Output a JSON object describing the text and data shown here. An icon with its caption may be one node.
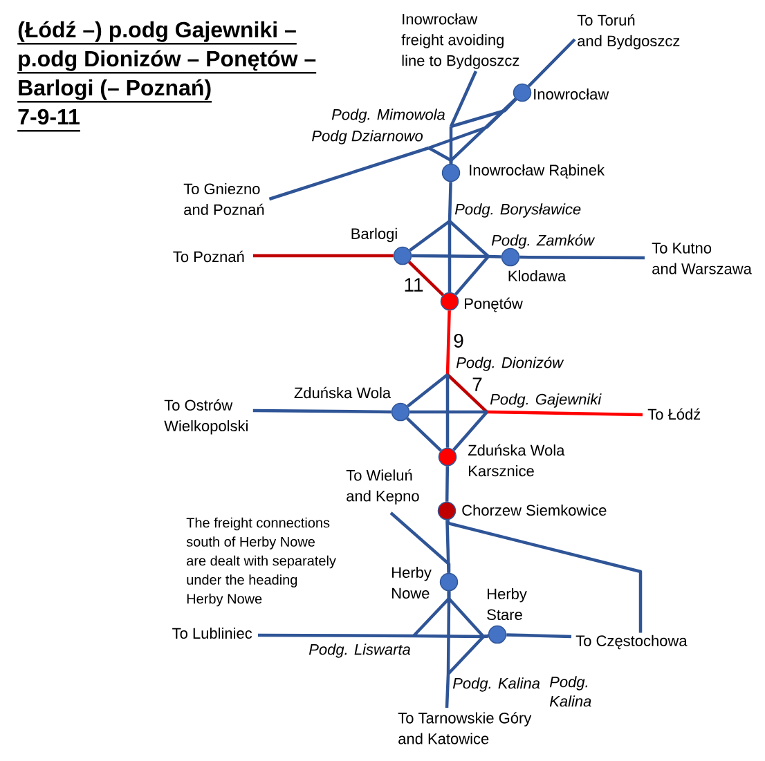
{
  "diagram": {
    "title": "(Łódź –) p.odg Gajewniki – p.odg Dionizów – Ponętów – Barlogi (– Poznań)",
    "nodes": [
      {
        "text": [
          "Inowrocław freight avoiding line to Bydgoszcz"
        ]
      },
      {
        "text": [
          "To Toruń and Bydgoszcz"
        ]
      },
      {
        "text": [],
        "shape": "circle",
        "beside": [
          "Inowrocław"
        ]
      },
      {
        "text": [
          "Podg. Mimowola"
        ]
      },
      {
        "text": [
          "Podg Dziarnowo"
        ]
      },
      {
        "text": [],
        "shape": "circle",
        "beside": [
          "Inowrocław Rąbinek"
        ]
      },
      {
        "text": [
          "To Gniezno and Poznań"
        ]
      },
      {
        "text": [
          "Podg. Borysławice"
        ]
      },
      {
        "text": [],
        "shape": "circle",
        "beside": [
          "Barlogi"
        ]
      },
      {
        "text": [
          "Podg. Zamków"
        ]
      },
      {
        "text": [
          "To Poznań"
        ]
      },
      {
        "text": [],
        "shape": "circle",
        "beside": [
          "Klodawa"
        ]
      },
      {
        "text": [
          "To Kutno and Warszawa"
        ]
      },
      {
        "text": [],
        "shape": "circle",
        "beside": [
          "Ponętów"
        ]
      },
      {
        "text": [
          "Podg. Dionizów"
        ]
      },
      {
        "text": [],
        "shape": "circle",
        "beside": [
          "Zduńska Wola"
        ]
      },
      {
        "text": [
          "Podg. Gajewniki"
        ]
      },
      {
        "text": [
          "To Ostrów Wielkopolski"
        ]
      },
      {
        "text": [
          "To Łódź"
        ]
      },
      {
        "text": [],
        "shape": "circle",
        "beside": [
          "Zduńska Wola Karsznice"
        ]
      },
      {
        "text": [
          "To Wieluń and Kepno"
        ]
      },
      {
        "text": [],
        "shape": "circle",
        "beside": [
          "Chorzew Siemkowice"
        ]
      },
      {
        "text": [],
        "shape": "circle",
        "beside": [
          "Herby Nowe"
        ]
      },
      {
        "text": [],
        "shape": "circle",
        "beside": [
          "Herby Stare"
        ]
      },
      {
        "text": [
          "To Lubliniec"
        ]
      },
      {
        "text": [
          "Podg. Liswarta"
        ]
      },
      {
        "text": [
          "To Częstochowa"
        ]
      },
      {
        "text": [
          "Podg. Kalina"
        ]
      },
      {
        "text": [
          "To Tarnowskie Góry and Katowice"
        ]
      }
    ],
    "edges": [
      {
        "from": 0,
        "to": 3,
        "arrow": "none"
      },
      {
        "from": 1,
        "to": 2,
        "arrow": "none"
      },
      {
        "from": 3,
        "to": 2,
        "arrow": "none"
      },
      {
        "from": 3,
        "to": 5,
        "arrow": "none"
      },
      {
        "from": 2,
        "to": 5,
        "arrow": "none"
      },
      {
        "from": 6,
        "to": 4,
        "arrow": "none"
      },
      {
        "from": 4,
        "to": 2,
        "arrow": "none"
      },
      {
        "from": 4,
        "to": 5,
        "arrow": "none"
      },
      {
        "from": 5,
        "to": 7,
        "arrow": "none"
      },
      {
        "from": 7,
        "to": 8,
        "arrow": "none"
      },
      {
        "from": 7,
        "to": 13,
        "arrow": "none"
      },
      {
        "from": 7,
        "to": 9,
        "arrow": "none"
      },
      {
        "from": 10,
        "to": 8,
        "arrow": "none",
        "color": "#c00000"
      },
      {
        "from": 8,
        "to": 9,
        "arrow": "none"
      },
      {
        "from": 8,
        "to": 13,
        "arrow": "none",
        "label": "11",
        "color": "#c00000"
      },
      {
        "from": 9,
        "to": 13,
        "arrow": "none"
      },
      {
        "from": 9,
        "to": 11,
        "arrow": "none"
      },
      {
        "from": 11,
        "to": 12,
        "arrow": "none"
      },
      {
        "from": 13,
        "to": 14,
        "arrow": "none",
        "label": "9",
        "color": "#ff0000"
      },
      {
        "from": 14,
        "to": 15,
        "arrow": "none"
      },
      {
        "from": 14,
        "to": 16,
        "arrow": "none",
        "label": "7",
        "color": "#c00000"
      },
      {
        "from": 14,
        "to": 19,
        "arrow": "none"
      },
      {
        "from": 17,
        "to": 15,
        "arrow": "none"
      },
      {
        "from": 15,
        "to": 16,
        "arrow": "none"
      },
      {
        "from": 15,
        "to": 19,
        "arrow": "none"
      },
      {
        "from": 16,
        "to": 18,
        "arrow": "none",
        "color": "#ff0000"
      },
      {
        "from": 16,
        "to": 19,
        "arrow": "none"
      },
      {
        "from": 19,
        "to": 21,
        "arrow": "none"
      },
      {
        "from": 21,
        "to": 26,
        "arrow": "none"
      },
      {
        "from": 21,
        "to": 22,
        "arrow": "none"
      },
      {
        "from": 20,
        "to": 22,
        "arrow": "none"
      },
      {
        "from": 22,
        "to": 25,
        "arrow": "none"
      },
      {
        "from": 22,
        "to": 23,
        "arrow": "none"
      },
      {
        "from": 22,
        "to": 27,
        "arrow": "none"
      },
      {
        "from": 24,
        "to": 25,
        "arrow": "none"
      },
      {
        "from": 25,
        "to": 23,
        "arrow": "none"
      },
      {
        "from": 23,
        "to": 26,
        "arrow": "none"
      },
      {
        "from": 27,
        "to": 23,
        "arrow": "none"
      },
      {
        "from": 27,
        "to": 28,
        "arrow": "none"
      }
    ],
    "labels": [
      "7-9-11",
      "The freight connections south of Herby Nowe are dealt with separately under the heading Herby Nowe",
      "Podg. Kalina"
    ]
  }
}
